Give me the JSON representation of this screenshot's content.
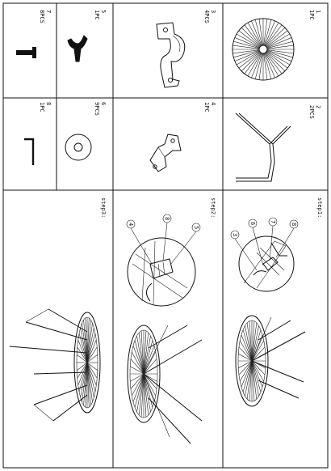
{
  "parts": [
    {
      "num": "1",
      "qty": "1PC"
    },
    {
      "num": "2",
      "qty": "2PCS"
    },
    {
      "num": "3",
      "qty": "4PCS"
    },
    {
      "num": "4",
      "qty": "1PC"
    },
    {
      "num": "5",
      "qty": "1PC"
    },
    {
      "num": "6",
      "qty": "9PCS"
    },
    {
      "num": "7",
      "qty": "8PCS"
    },
    {
      "num": "8",
      "qty": "1PC"
    }
  ],
  "steps": [
    {
      "label": "step1:",
      "callouts": [
        "3",
        "6",
        "7",
        "8"
      ]
    },
    {
      "label": "step2:",
      "callouts": [
        "4",
        "8",
        "5"
      ]
    },
    {
      "label": "step3:"
    }
  ]
}
